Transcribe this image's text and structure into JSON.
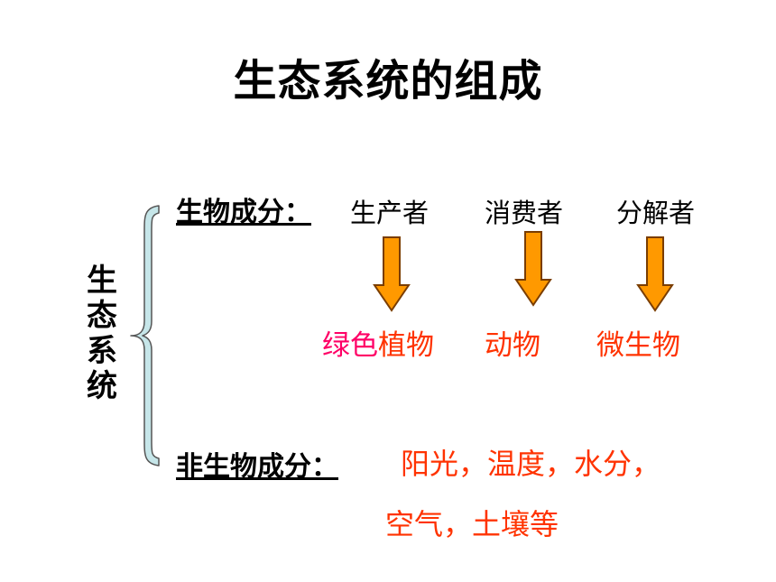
{
  "title": "生态系统的组成",
  "vertical_label": [
    "生",
    "态",
    "系",
    "统"
  ],
  "biotic": {
    "label": "生物成分：",
    "roles": [
      "生产者",
      "消费者",
      "分解者"
    ],
    "examples": {
      "producer_pink": "绿色",
      "producer_rest": "植物",
      "consumer": "动物",
      "decomposer": "微生物"
    }
  },
  "abiotic": {
    "label": "非生物成分：",
    "line1": "阳光，温度，水分，",
    "line2": "空气，土壤等"
  },
  "colors": {
    "arrow_fill": "#ff9900",
    "arrow_stroke": "#7a3d00",
    "brace_fill": "#c6e6e9",
    "brace_stroke": "#555555",
    "example_text": "#ff3300",
    "pink_text": "#ff0066"
  }
}
